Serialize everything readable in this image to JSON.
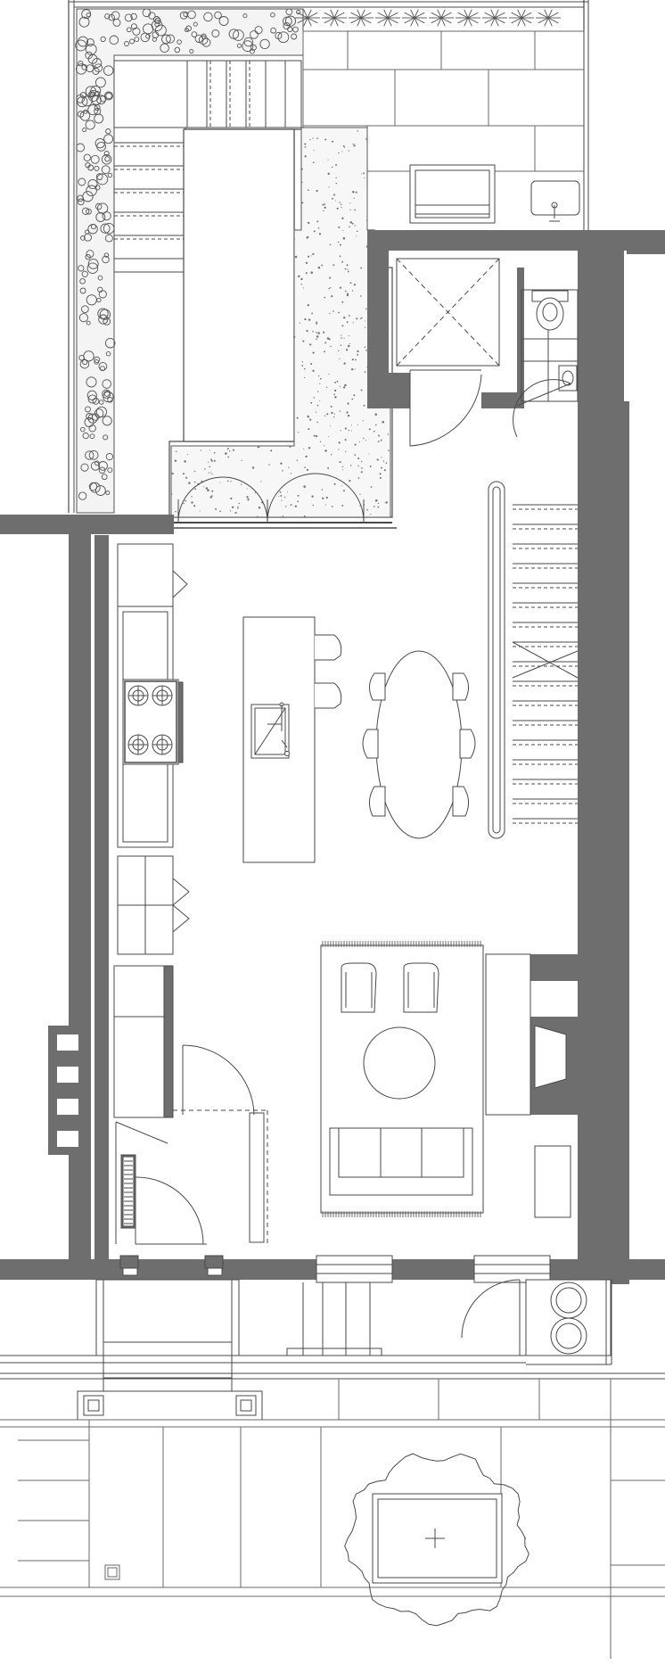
{
  "plan": {
    "wall_color": "#6e6e6e",
    "line_color": "#4a4a4a",
    "light_line": "#8a8a8a",
    "background": "#ffffff",
    "rooms": [
      "rear-garden",
      "terrace",
      "wc",
      "kitchen",
      "dining",
      "living",
      "entrance-hall",
      "front-yard",
      "street"
    ],
    "icons": [
      "planting-hedge-icon",
      "stair-icon",
      "toilet-icon",
      "sink-icon",
      "hob-icon",
      "bench-icon",
      "fireplace-icon",
      "tree-icon",
      "dishwasher-icon"
    ]
  }
}
